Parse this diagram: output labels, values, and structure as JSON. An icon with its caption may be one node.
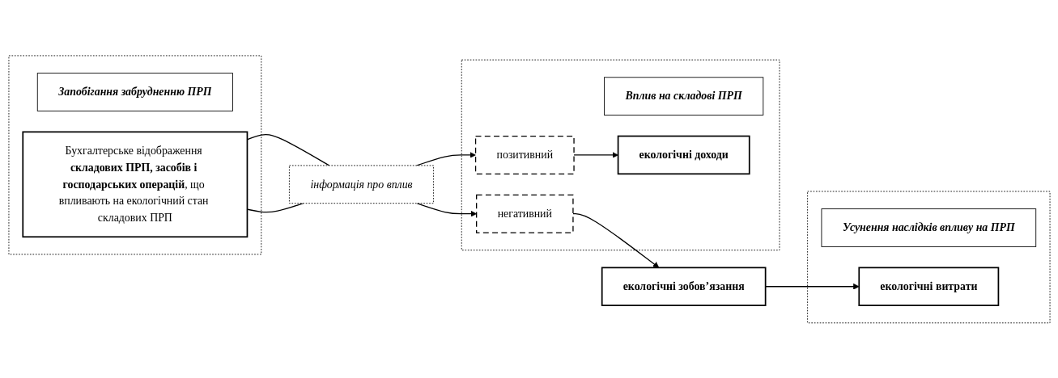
{
  "diagram": {
    "nodes": [
      {
        "text": [],
        "shape": "box"
      },
      {
        "text": [
          "Запобігання забрудненню ПРП"
        ],
        "in": 0
      },
      {
        "text": [
          "Бухгалтерське відображення **складових ПРП, засобів і господарських операцій**, що впливають на екологічний стан складових ПРП"
        ],
        "in": 0
      },
      {
        "text": [
          "інформація про вплив"
        ]
      },
      {
        "text": [],
        "shape": "box"
      },
      {
        "text": [
          "Вплив на складові ПРП"
        ],
        "in": 4
      },
      {
        "text": [
          "позитивний"
        ],
        "in": 4
      },
      {
        "text": [
          "негативний"
        ],
        "in": 4
      },
      {
        "text": [
          "екологічні доходи"
        ],
        "in": 4
      },
      {
        "text": [
          "екологічні зобов’язання"
        ]
      },
      {
        "text": [],
        "shape": "box"
      },
      {
        "text": [
          "Усунення наслідків впливу на ПРП"
        ],
        "in": 10
      },
      {
        "text": [
          "екологічні витрати"
        ],
        "in": 10
      }
    ],
    "edges": [
      {
        "from": 2,
        "to": 3,
        "arrow": "none"
      },
      {
        "from": 2,
        "to": 3,
        "arrow": "none"
      },
      {
        "from": 3,
        "to": 6,
        "arrow": "to"
      },
      {
        "from": 3,
        "to": 7,
        "arrow": "to"
      },
      {
        "from": 6,
        "to": 8,
        "arrow": "to"
      },
      {
        "from": 7,
        "to": 9,
        "arrow": "to"
      },
      {
        "from": 9,
        "to": 12,
        "arrow": "to"
      }
    ]
  }
}
